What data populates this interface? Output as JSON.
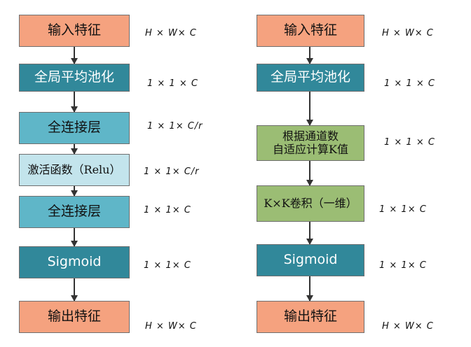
{
  "colors": {
    "orange": "#f5a27f",
    "dark_teal": "#31889a",
    "mid_teal": "#5fb6c8",
    "light_blue": "#c3e4ec",
    "green": "#9bbd74"
  },
  "left": {
    "nodes": [
      {
        "label": "输入特征",
        "dim": "H × W× C"
      },
      {
        "label": "全局平均池化",
        "dim": "1 × 1 × C"
      },
      {
        "label": "全连接层",
        "dim": "1 × 1× C/r"
      },
      {
        "label": "激活函数（Relu）",
        "dim": "1 × 1× C/r"
      },
      {
        "label": "全连接层",
        "dim": "1 × 1× C"
      },
      {
        "label": "Sigmoid",
        "dim": "1 × 1× C"
      },
      {
        "label": "输出特征",
        "dim": "H × W× C"
      }
    ]
  },
  "right": {
    "nodes": [
      {
        "label": "输入特征",
        "dim": "H × W× C"
      },
      {
        "label": "全局平均池化",
        "dim": "1 × 1 × C"
      },
      {
        "label": "根据通道数\n自适应计算K值",
        "dim": "1 × 1 × C"
      },
      {
        "label": "K×K卷积（一维）",
        "dim": "1 × 1× C"
      },
      {
        "label": "Sigmoid",
        "dim": "1 × 1× C"
      },
      {
        "label": "输出特征",
        "dim": "H × W× C"
      }
    ]
  }
}
